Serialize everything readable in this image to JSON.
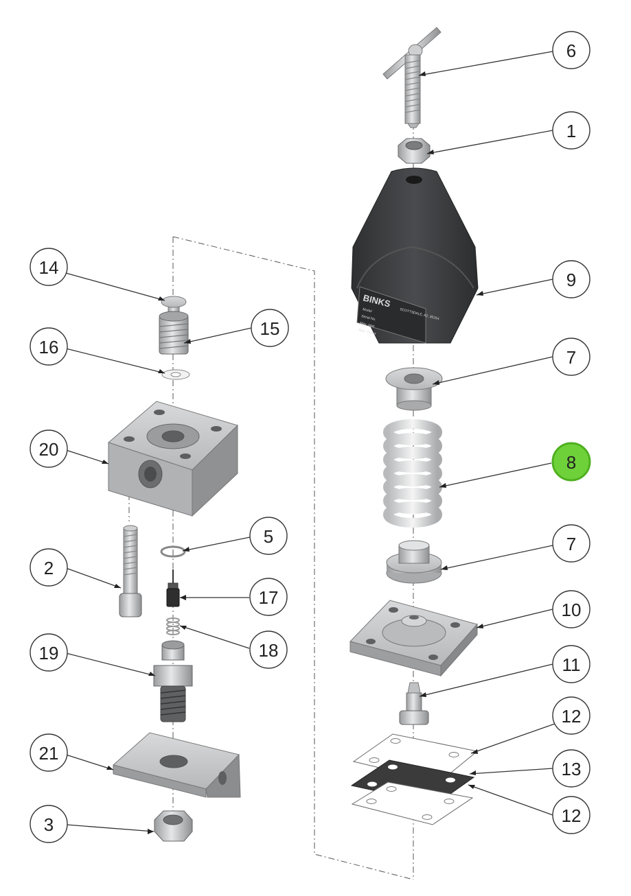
{
  "callouts": [
    {
      "id": "c6",
      "label": "6",
      "highlight": false
    },
    {
      "id": "c1",
      "label": "1",
      "highlight": false
    },
    {
      "id": "c9",
      "label": "9",
      "highlight": false
    },
    {
      "id": "c7a",
      "label": "7",
      "highlight": false
    },
    {
      "id": "c8",
      "label": "8",
      "highlight": true
    },
    {
      "id": "c7b",
      "label": "7",
      "highlight": false
    },
    {
      "id": "c10",
      "label": "10",
      "highlight": false
    },
    {
      "id": "c11",
      "label": "11",
      "highlight": false
    },
    {
      "id": "c12a",
      "label": "12",
      "highlight": false
    },
    {
      "id": "c13",
      "label": "13",
      "highlight": false
    },
    {
      "id": "c12b",
      "label": "12",
      "highlight": false
    },
    {
      "id": "c14",
      "label": "14",
      "highlight": false
    },
    {
      "id": "c15",
      "label": "15",
      "highlight": false
    },
    {
      "id": "c16",
      "label": "16",
      "highlight": false
    },
    {
      "id": "c20",
      "label": "20",
      "highlight": false
    },
    {
      "id": "c5",
      "label": "5",
      "highlight": false
    },
    {
      "id": "c2",
      "label": "2",
      "highlight": false
    },
    {
      "id": "c17",
      "label": "17",
      "highlight": false
    },
    {
      "id": "c18",
      "label": "18",
      "highlight": false
    },
    {
      "id": "c19",
      "label": "19",
      "highlight": false
    },
    {
      "id": "c21",
      "label": "21",
      "highlight": false
    },
    {
      "id": "c3",
      "label": "3",
      "highlight": false
    }
  ],
  "nameplate": {
    "brand": "BINKS",
    "location": "SCOTTSDALE, AZ, 85254",
    "fields": [
      "Model",
      "Serial No.",
      "Max. Inlet",
      "Max. Outlet"
    ]
  },
  "colors": {
    "highlight": "#6fd13a",
    "highlight_stroke": "#4fb020",
    "housing": "#3a3b3d",
    "metal": "#c4c6c8",
    "gasket": "#3b3b3b",
    "line": "#333333"
  }
}
